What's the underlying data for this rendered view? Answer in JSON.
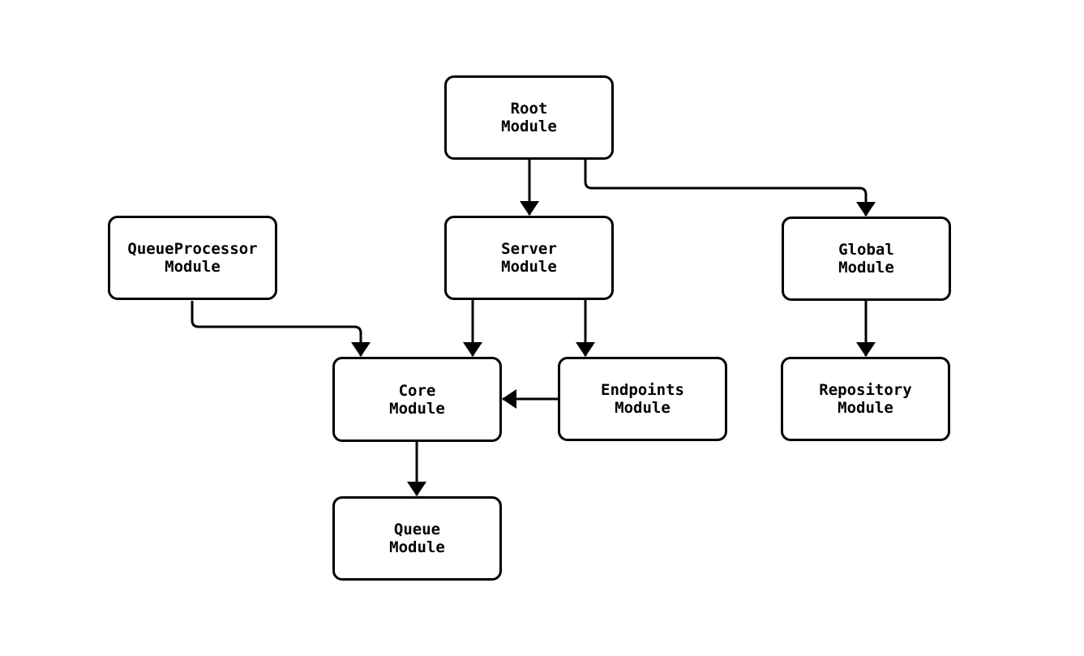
{
  "diagram": {
    "colors": {
      "background": "#ffffff",
      "line": "#000000",
      "node_fill": "#ffffff",
      "text": "#000000"
    },
    "nodes": [
      {
        "id": "root",
        "line1": "Root",
        "line2": "Module"
      },
      {
        "id": "server",
        "line1": "Server",
        "line2": "Module"
      },
      {
        "id": "queue-processor",
        "line1": "QueueProcessor",
        "line2": "Module"
      },
      {
        "id": "global",
        "line1": "Global",
        "line2": "Module"
      },
      {
        "id": "core",
        "line1": "Core",
        "line2": "Module"
      },
      {
        "id": "endpoints",
        "line1": "Endpoints",
        "line2": "Module"
      },
      {
        "id": "repository",
        "line1": "Repository",
        "line2": "Module"
      },
      {
        "id": "queue",
        "line1": "Queue",
        "line2": "Module"
      }
    ],
    "edges": [
      {
        "from": "root",
        "to": "server"
      },
      {
        "from": "root",
        "to": "global"
      },
      {
        "from": "queue-processor",
        "to": "core"
      },
      {
        "from": "server",
        "to": "core"
      },
      {
        "from": "server",
        "to": "endpoints"
      },
      {
        "from": "endpoints",
        "to": "core"
      },
      {
        "from": "global",
        "to": "repository"
      },
      {
        "from": "core",
        "to": "queue"
      }
    ]
  }
}
